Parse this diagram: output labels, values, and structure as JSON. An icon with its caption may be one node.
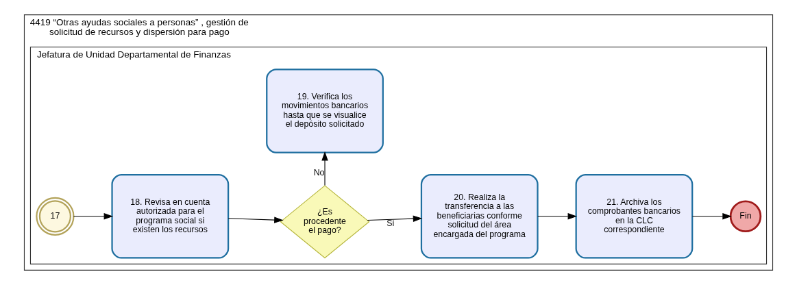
{
  "diagram": {
    "nodes": [
      {
        "text": [
          "4419 “Otras ayudas sociales a personas” , gestión de solicitud de recursos y dispersión para pago"
        ]
      },
      {
        "text": [
          "Jefatura de Unidad Departamental de Finanzas"
        ],
        "in": 0
      },
      {
        "text": [
          "17"
        ],
        "in": 1
      },
      {
        "text": [
          "18. Revisa en cuenta autorizada para el programa social si existen los recursos"
        ],
        "in": 1
      },
      {
        "text": [
          "¿Es procedente el pago?"
        ],
        "in": 1
      },
      {
        "text": [
          "20. Realiza la transferencia a las beneficiarias conforme solicitud del área encargada del programa"
        ],
        "in": 1
      },
      {
        "text": [
          "21. Archiva los comprobantes bancarios en la CLC correspondiente"
        ],
        "in": 1
      },
      {
        "text": [
          "Fin"
        ],
        "in": 1
      },
      {
        "text": [
          "19. Verifica los movimientos bancarios hasta que se visualice el depósito solicitado"
        ],
        "in": 1
      }
    ],
    "edges": [
      {
        "from": 2,
        "to": 3,
        "arrow": "to"
      },
      {
        "from": 3,
        "to": 4,
        "arrow": "to"
      },
      {
        "from": 4,
        "to": 5,
        "arrow": "to",
        "label": "Si"
      },
      {
        "from": 4,
        "to": 8,
        "arrow": "to",
        "label": "No"
      },
      {
        "from": 5,
        "to": 6,
        "arrow": "to"
      },
      {
        "from": 6,
        "to": 7,
        "arrow": "to"
      }
    ]
  }
}
